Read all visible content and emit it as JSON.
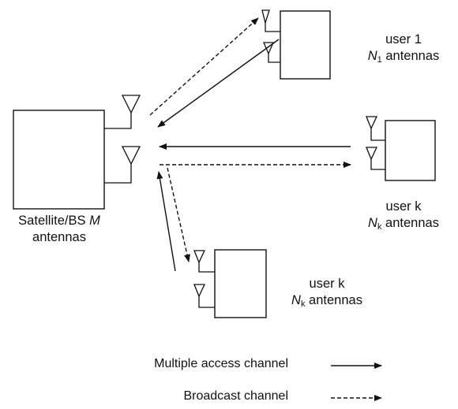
{
  "nodes": {
    "bs": {
      "line1_prefix": "Satellite/BS ",
      "line1_var": "M",
      "line2": "antennas"
    },
    "user1": {
      "name": "user 1",
      "var": "N",
      "sub": "1",
      "suffix": " antennas"
    },
    "user_k_right": {
      "name": "user k",
      "var": "N",
      "sub": "k",
      "suffix": " antennas"
    },
    "user_k_bottom": {
      "name": "user k",
      "var": "N",
      "sub": "k",
      "suffix": " antennas"
    }
  },
  "legend": {
    "mac_label": "Multiple access channel",
    "bc_label": "Broadcast channel"
  },
  "colors": {
    "stroke": "#111111",
    "background": "#ffffff"
  }
}
